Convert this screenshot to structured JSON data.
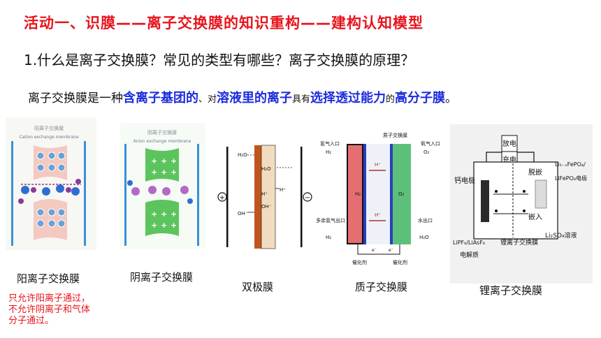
{
  "slide": {
    "title": "活动一、识膜——离子交换膜的知识重构——建构认知模型",
    "question": "1.什么是离子交换膜？常见的类型有哪些？离子交换膜的原理？",
    "definition": {
      "p1": "离子交换膜是一种",
      "h1": "含离子基团的",
      "p2": "、对",
      "h2": "溶液里的离子",
      "p3": "具有",
      "h3": "选择透过能力",
      "p4": "的",
      "h4": "高分子膜",
      "p5": "。"
    }
  },
  "diagrams": {
    "cation": {
      "title": "阳离子交换膜",
      "subtitle": "Cation exchange membrane",
      "caption": "阳离子交换膜",
      "note": [
        "只允许阳离子通过，",
        "不允许阴离子和气体",
        "分子通过。"
      ]
    },
    "anion": {
      "title": "阴离子交换膜",
      "subtitle": "Anion exchange membrane",
      "caption": "阴离子交换膜"
    },
    "bipolar": {
      "caption": "双极膜",
      "h2o_left": "H₂O",
      "h2o_right": "H₂O",
      "oh_left": "OH⁻",
      "h_plus": "H⁺",
      "oh_mid": "OH⁻",
      "h_right": "H⁺",
      "plus": "+",
      "minus": "−"
    },
    "proton": {
      "caption": "质子交换膜",
      "membrane_label": "质子交换膜",
      "h2_in": "氢气入口",
      "h2_in_sym": "H₂",
      "o2_in": "氧气入口",
      "o2_in_sym": "O₂",
      "h2_out": "多余氢气出口",
      "h2_out_sym": "H₂",
      "water_out": "水出口",
      "water_out_sym": "H₂O",
      "h_label": "H⁺",
      "h_left": "H₂",
      "o_right": "O₂",
      "catalyst": "催化剂",
      "electron": "e⁻"
    },
    "lithium": {
      "caption": "锂离子交换膜",
      "discharge": "放电",
      "charge": "充电",
      "ca_electrode": "钙电极",
      "li_fepo4": "Li₁₋ₓFePO₄/",
      "li_fepo4_2": "LiFePO₄电极",
      "deintercalate": "脱嵌",
      "intercalate": "嵌入",
      "li2so4": "Li₂SO₄溶液",
      "lipf6": "LiPF₆/LiAsF₆",
      "electrolyte": "电解质",
      "membrane": "锂离子交换膜"
    }
  },
  "colors": {
    "title_red": "#e8141c",
    "highlight_blue": "#1c2bdc",
    "cation_pink": "#f4c9c0",
    "anion_green": "#5cc45c",
    "proton_red": "#e56e70",
    "proton_green": "#5cc07a",
    "ion_blue": "#2d6fd0",
    "ion_purple": "#8a3b98"
  }
}
